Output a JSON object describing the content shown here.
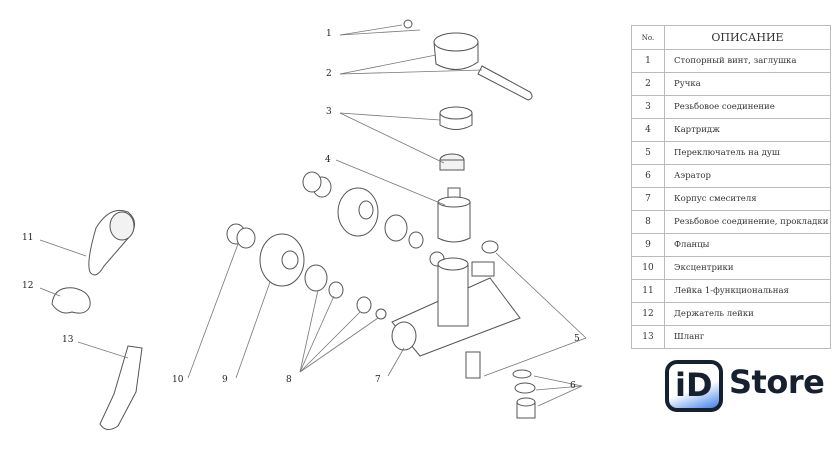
{
  "diagram": {
    "callouts": [
      "1",
      "2",
      "3",
      "4",
      "5",
      "6",
      "7",
      "8",
      "9",
      "10",
      "11",
      "12",
      "13"
    ]
  },
  "table": {
    "header_no": "No.",
    "header_desc": "ОПИСАНИЕ",
    "rows": [
      {
        "no": "1",
        "desc": "Стопорный винт, заглушка"
      },
      {
        "no": "2",
        "desc": "Ручка"
      },
      {
        "no": "3",
        "desc": "Резьбовое соединение"
      },
      {
        "no": "4",
        "desc": "Картридж"
      },
      {
        "no": "5",
        "desc": "Переключатель на душ"
      },
      {
        "no": "6",
        "desc": "Аэратор"
      },
      {
        "no": "7",
        "desc": "Корпус смесителя"
      },
      {
        "no": "8",
        "desc": "Резьбовое соединение, прокладки"
      },
      {
        "no": "9",
        "desc": "Фланцы"
      },
      {
        "no": "10",
        "desc": "Эксцентрики"
      },
      {
        "no": "11",
        "desc": "Лейка 1-функциональная"
      },
      {
        "no": "12",
        "desc": "Держатель лейки"
      },
      {
        "no": "13",
        "desc": "Шланг"
      }
    ]
  },
  "logo": {
    "id": "iD",
    "store": "Store",
    "accent": "#3f7fe8",
    "dark": "#16202e"
  }
}
